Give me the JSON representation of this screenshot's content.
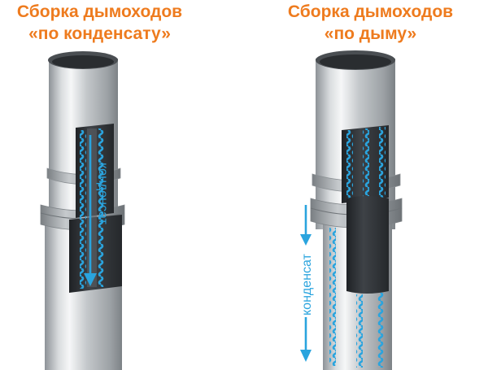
{
  "left_panel": {
    "title_line1": "Сборка дымоходов",
    "title_line2": "«по конденсату»",
    "flow_label": "конденсат"
  },
  "right_panel": {
    "title_line1": "Сборка дымоходов",
    "title_line2": "«по дыму»",
    "flow_label": "конденсат"
  },
  "colors": {
    "title": "#ee7b1e",
    "accent_blue": "#2aa4de",
    "pipe_metal": "#c9cccf",
    "pipe_inner": "#2f3236"
  },
  "icons": [
    "arrow-down-icon",
    "arrow-down-icon",
    "arrow-down-icon"
  ]
}
